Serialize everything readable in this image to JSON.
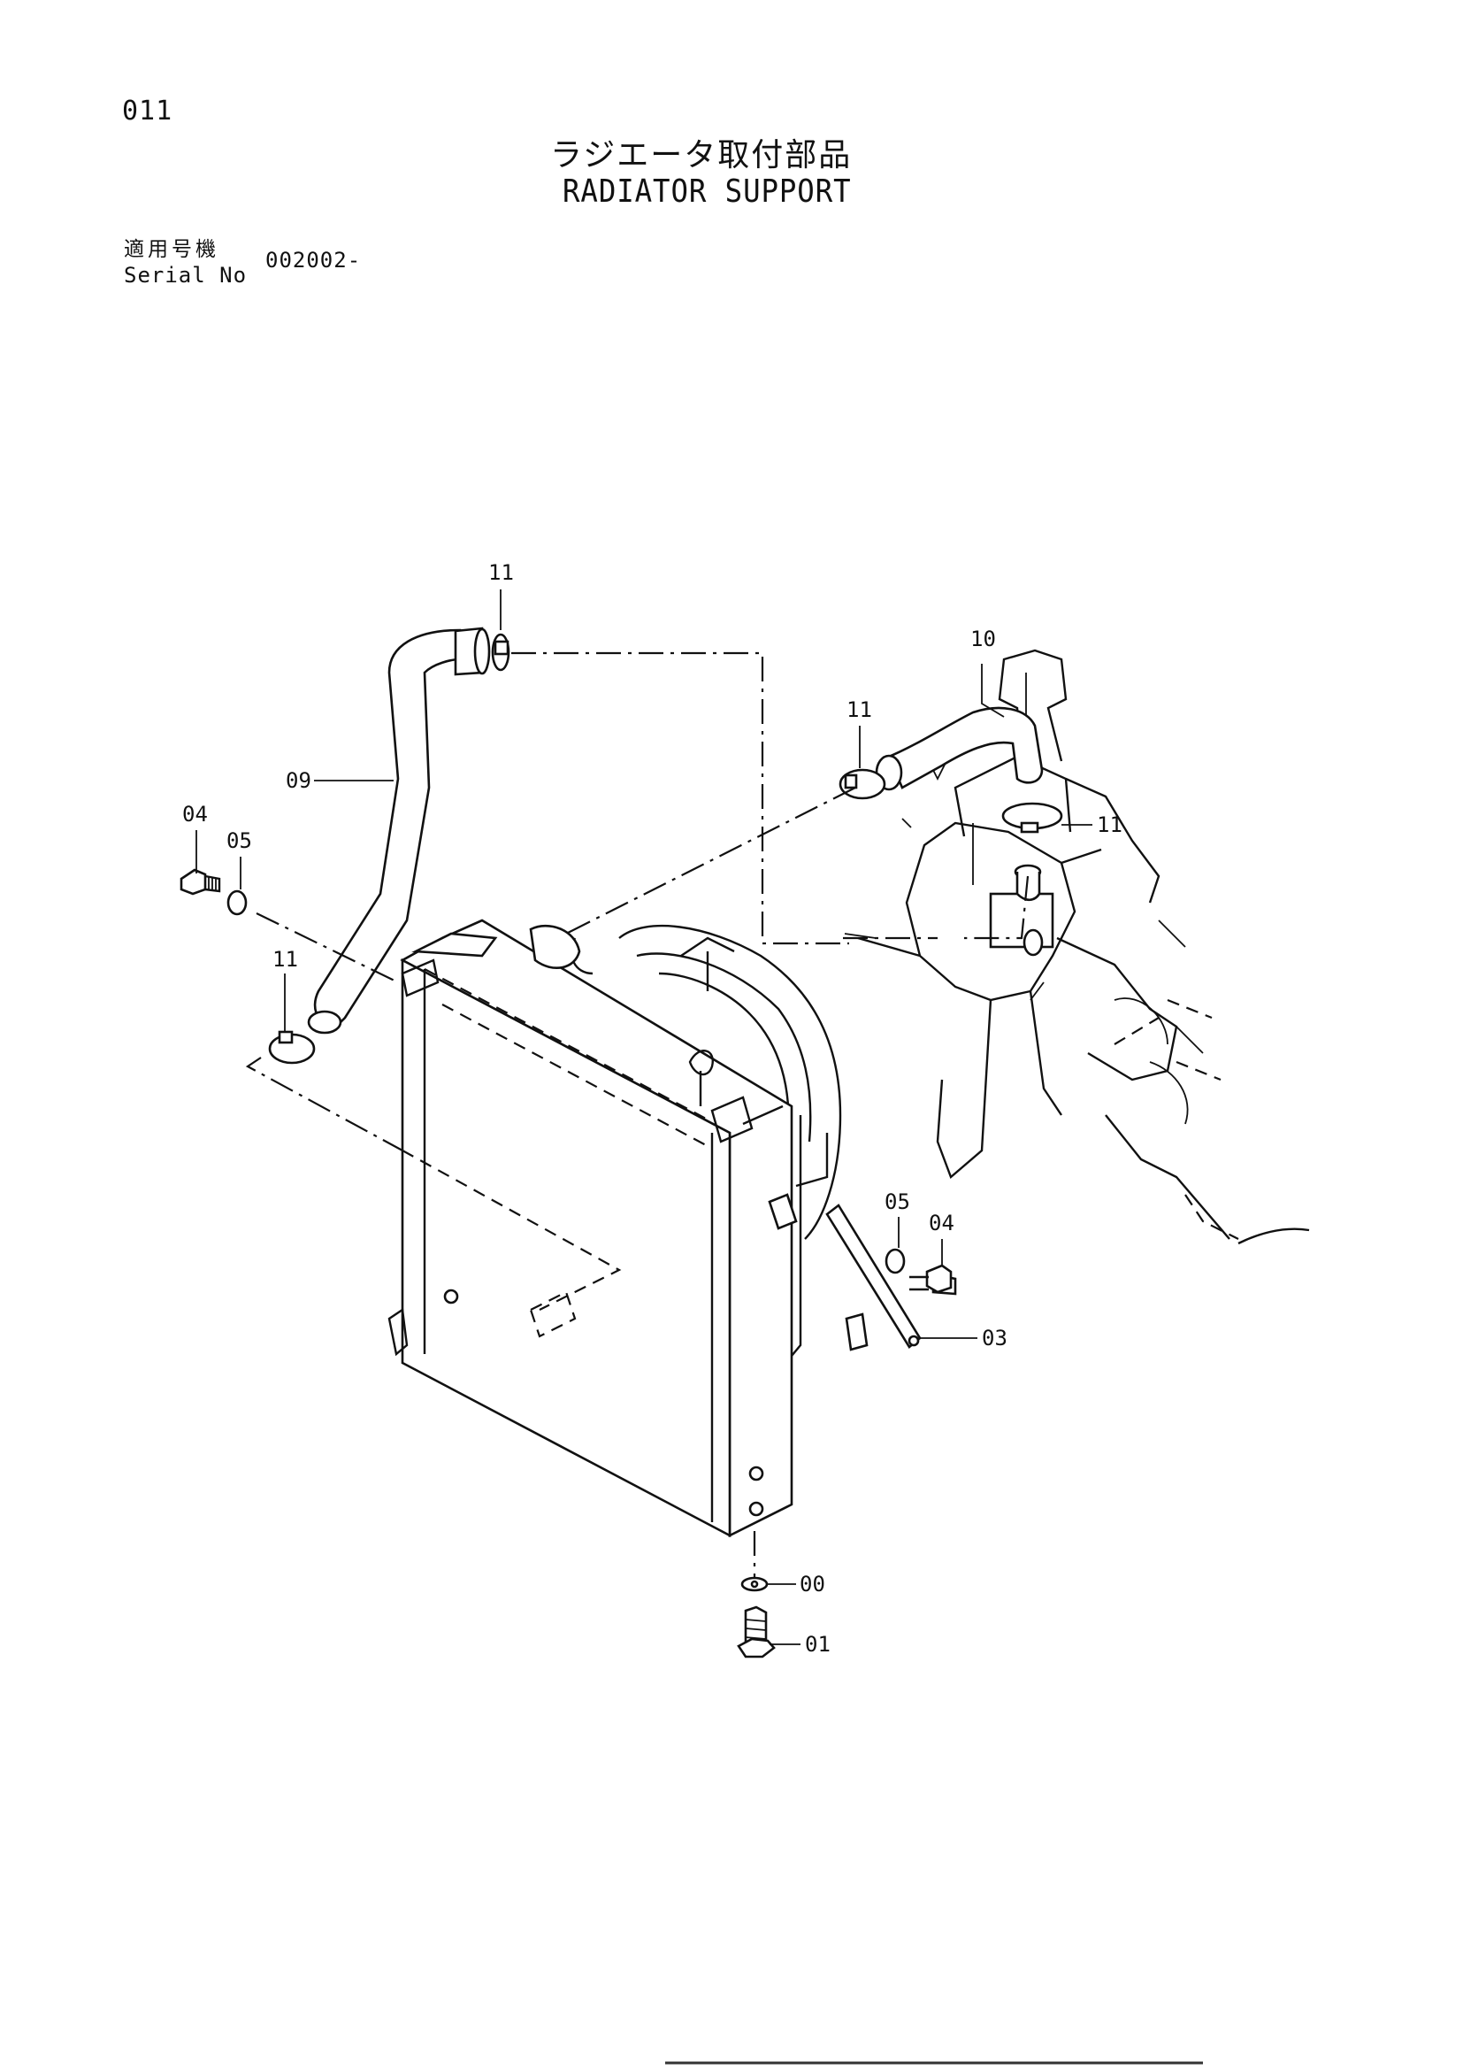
{
  "header": {
    "page_number": "011",
    "title_ja": "ラジエータ取付部品",
    "title_en": "RADIATOR SUPPORT",
    "serial_label_ja": "適用号機",
    "serial_label_en": "Serial No",
    "serial_value": "002002-"
  },
  "callouts": {
    "c09": "09",
    "c11_top": "11",
    "c10": "10",
    "c11_right": "11",
    "c11_fan": "11",
    "c04_left": "04",
    "c05_left": "05",
    "c11_left": "11",
    "c05_right": "05",
    "c04_right": "04",
    "c03": "03",
    "c00": "00",
    "c01": "01"
  }
}
